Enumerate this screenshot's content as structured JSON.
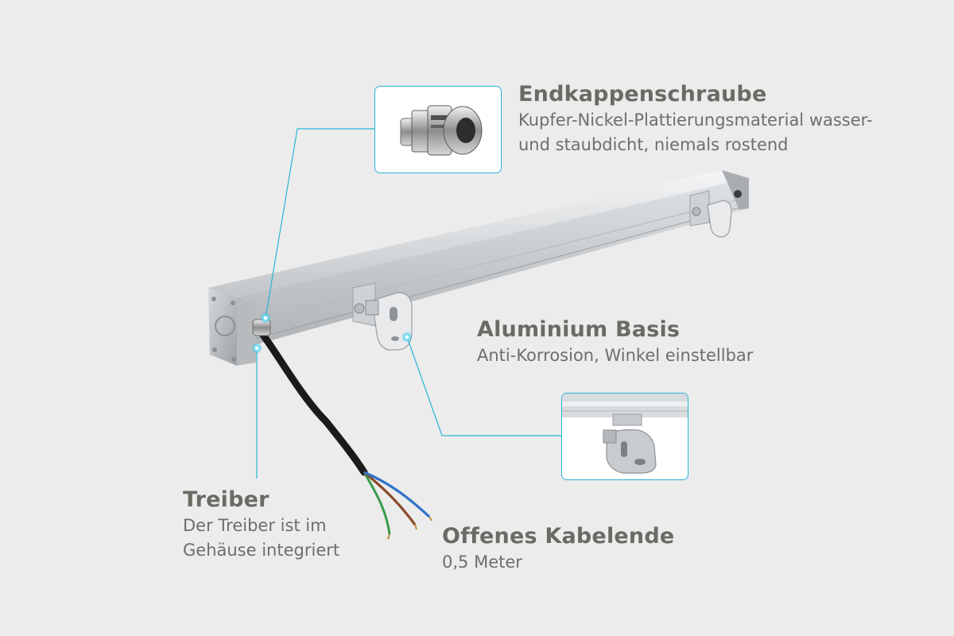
{
  "colors": {
    "background": "#ececec",
    "accent_line": "#29b4d6",
    "title_text": "#6b6a64",
    "desc_text": "#6f6e6a",
    "housing": "#c9ccce"
  },
  "callouts": {
    "endcap": {
      "title": "Endkappenschraube",
      "desc_line1": "Kupfer-Nickel-Plattierungsmaterial wasser-",
      "desc_line2": "und staubdicht, niemals rostend"
    },
    "base": {
      "title": "Aluminium Basis",
      "desc_line1": "Anti-Korrosion, Winkel einstellbar"
    },
    "driver": {
      "title": "Treiber",
      "desc_line1": "Der Treiber ist im",
      "desc_line2": "Gehäuse integriert"
    },
    "cable": {
      "title": "Offenes Kabelende",
      "desc_line1": "0,5 Meter"
    }
  },
  "images": {
    "main": "led-wall-washer-bar",
    "inset_gland": "cable-gland-icon",
    "inset_bracket": "mounting-bracket-icon"
  },
  "cable_wires": [
    "#2f73c8",
    "#8a4b2a",
    "#3a9a4a"
  ]
}
